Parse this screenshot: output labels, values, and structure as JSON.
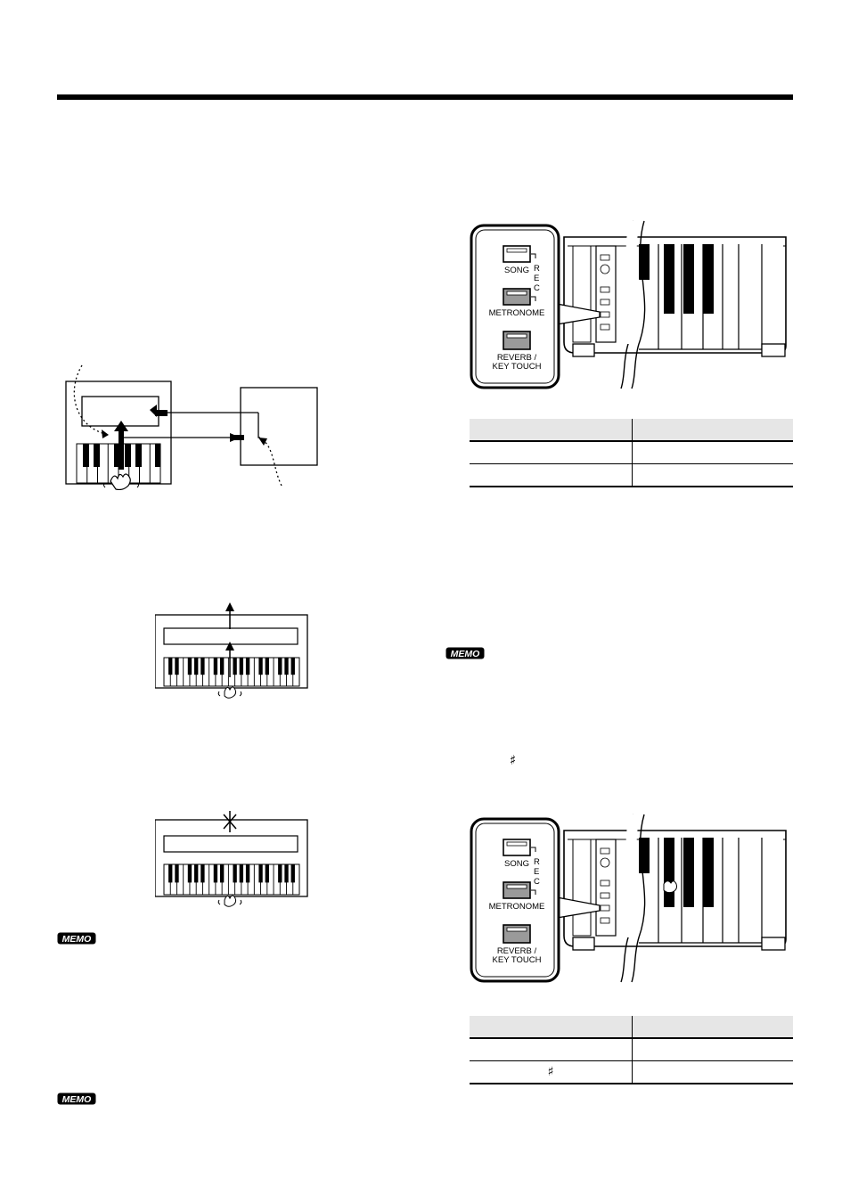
{
  "panel": {
    "song_label": "SONG",
    "metronome_label": "METRONOME",
    "reverb_label_1": "REVERB /",
    "reverb_label_2": "KEY TOUCH",
    "rec_letters": [
      "R",
      "E",
      "C"
    ]
  },
  "memo_icon_text": "MEMO",
  "sharp_symbol": "♯",
  "table_1": {
    "rows": [
      [
        "",
        ""
      ],
      [
        "",
        ""
      ]
    ]
  },
  "table_2": {
    "rows": [
      [
        "",
        ""
      ],
      [
        "♯",
        ""
      ]
    ]
  },
  "colors": {
    "button_gray": "#9a9a9a",
    "header_gray": "#e6e6e6"
  }
}
